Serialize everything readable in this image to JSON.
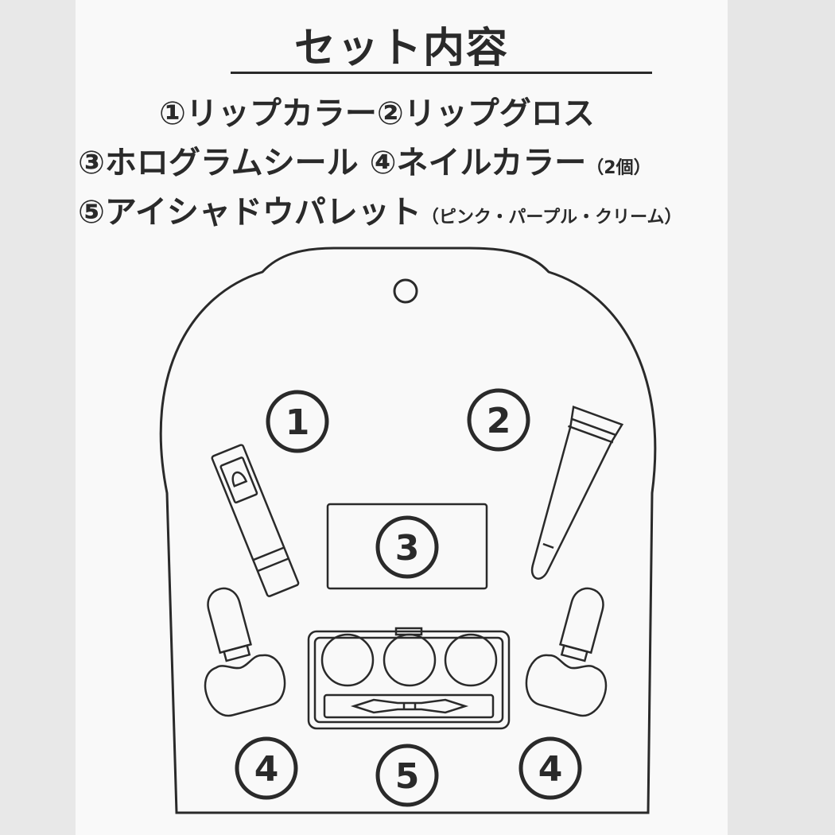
{
  "heading": "セット内容",
  "items": {
    "line1": "①リップカラー②リップグロス",
    "line2_main": "③ホログラムシール ④ネイルカラー",
    "line2_note": "（2個）",
    "line3_main": "⑤アイシャドウパレット",
    "line3_note": "（ピンク・パープル・クリーム）"
  },
  "markers": {
    "one": "1",
    "two": "2",
    "three": "3",
    "four_left": "4",
    "five": "5",
    "four_right": "4"
  }
}
